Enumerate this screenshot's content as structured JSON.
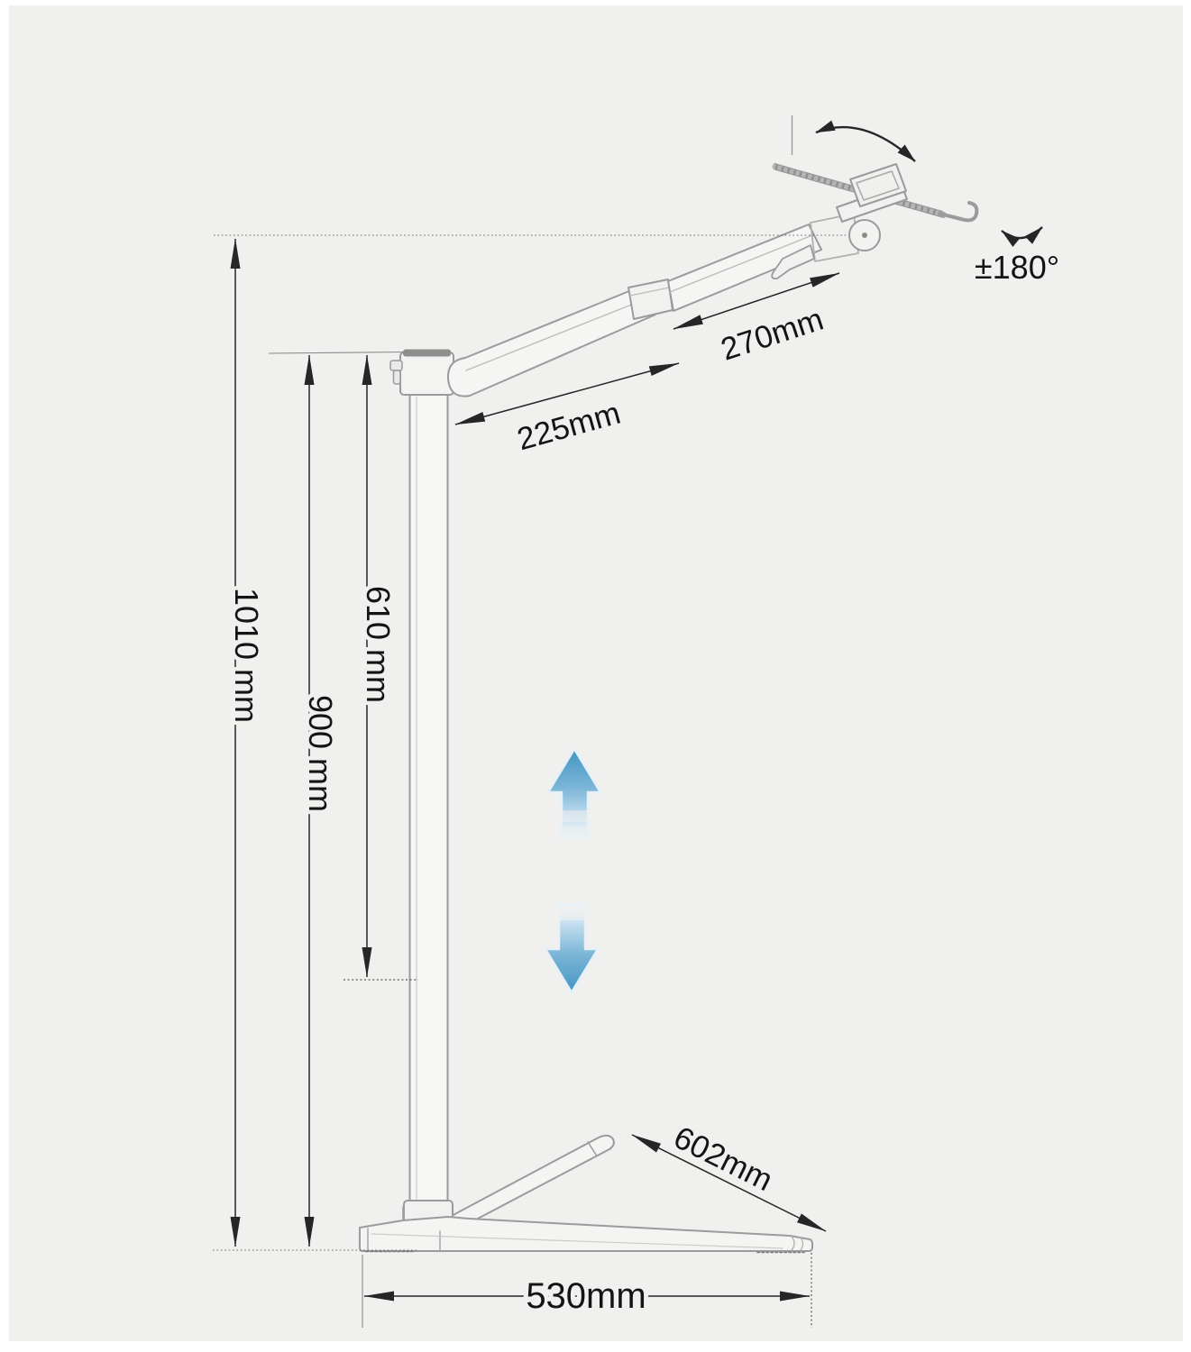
{
  "diagram": {
    "kind": "product-dimension-diagram",
    "subject": "floor tablet stand side view with dimensions"
  },
  "labels": {
    "total_height": "1010 mm",
    "column_height": "900 mm",
    "lift_range": "610 mm",
    "upper_arm_length": "270mm",
    "lower_arm_length": "225mm",
    "rotation_range": "±180°",
    "leg_length": "602mm",
    "base_width": "530mm"
  },
  "colors": {
    "background": "#f0f0ee",
    "product_outline": "#9b9b9b",
    "dimension_line": "#262626",
    "height_arrow_blue": "#4495c3"
  },
  "icons": {
    "up_arrow": "height-adjust-up-arrow",
    "down_arrow": "height-adjust-down-arrow",
    "tilt_arrow": "tilt-rotation-arc-arrow",
    "swivel_arrow": "swivel-rotation-arc-arrow"
  }
}
